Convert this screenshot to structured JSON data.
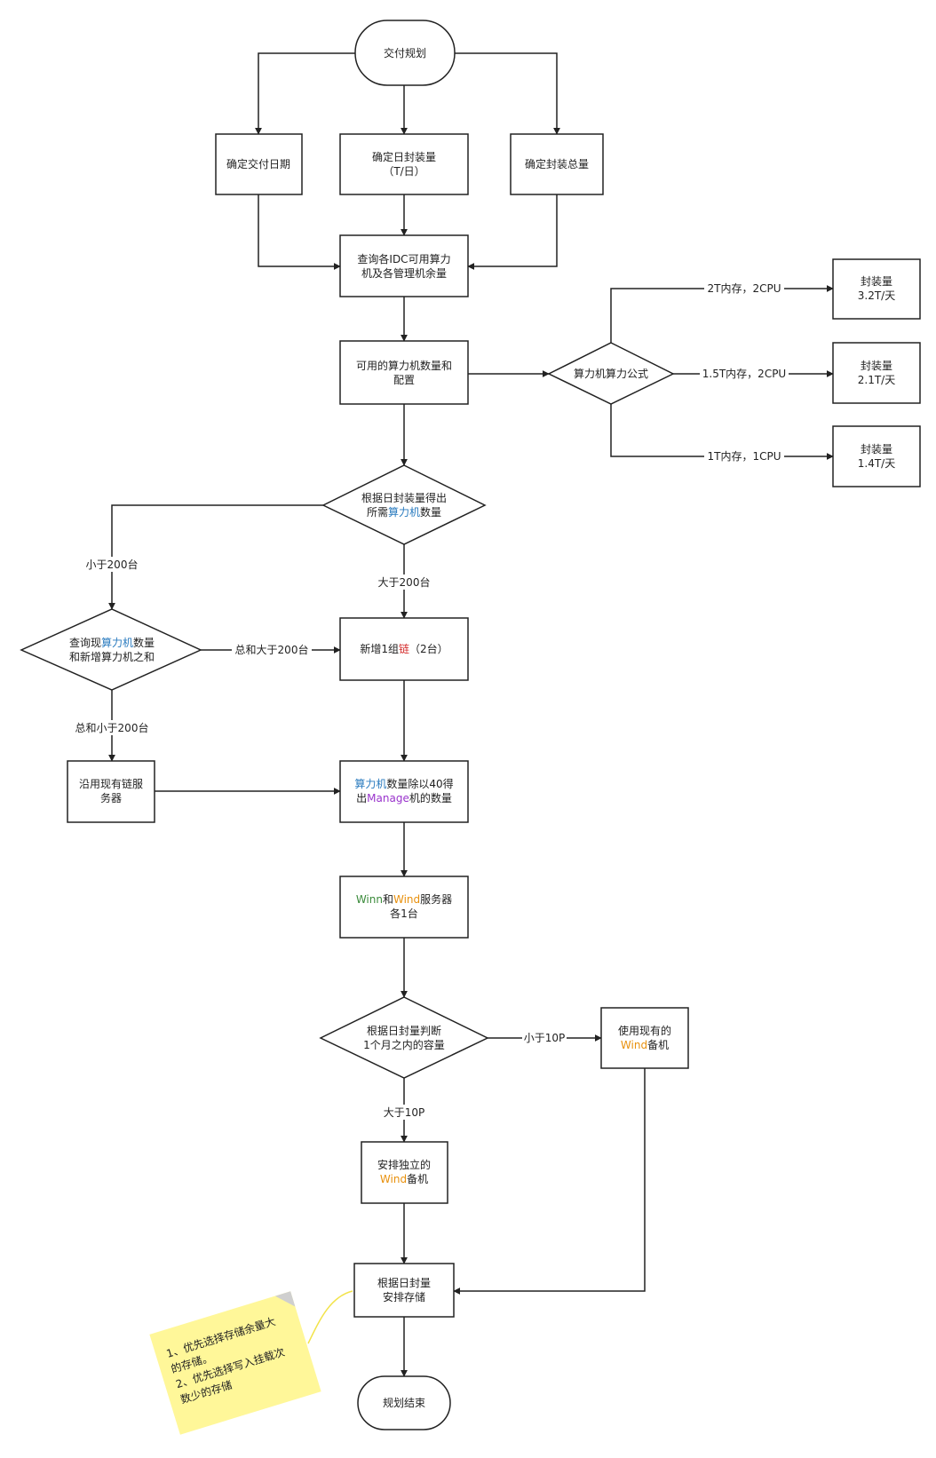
{
  "colors": {
    "line": "#222222",
    "blue": "#2a7bbf",
    "purple": "#9933cc",
    "green": "#3a8a3a",
    "orange": "#e8900c",
    "red": "#d42a2a",
    "note_fill": "#fff799",
    "note_fold": "#cfcfcf"
  },
  "nodes": {
    "start": [
      "交付规划"
    ],
    "delivery_date": [
      "确定交付日期"
    ],
    "daily_volume": [
      "确定日封装量",
      "（T/日）"
    ],
    "total_volume": [
      "确定封装总量"
    ],
    "query_idc": [
      "查询各IDC可用算力",
      "机及各管理机余量"
    ],
    "available_config": [
      "可用的算力机数量和",
      "配置"
    ],
    "formula": [
      "算力机算力公式"
    ],
    "rate_32": [
      "封装量",
      "3.2T/天"
    ],
    "rate_21": [
      "封装量",
      "2.1T/天"
    ],
    "rate_14": [
      "封装量",
      "1.4T/天"
    ],
    "required_count": [
      [
        {
          "t": "根据日封装量得出"
        }
      ],
      [
        {
          "t": "所需"
        },
        {
          "t": "算力机",
          "c": "blue"
        },
        {
          "t": "数量"
        }
      ]
    ],
    "query_existing": [
      [
        {
          "t": "查询现"
        },
        {
          "t": "算力机",
          "c": "blue"
        },
        {
          "t": "数量"
        }
      ],
      [
        {
          "t": "和新增算力机之和"
        }
      ]
    ],
    "new_chain": [
      [
        {
          "t": "新增1组"
        },
        {
          "t": "链",
          "c": "red"
        },
        {
          "t": "（2台）"
        }
      ]
    ],
    "reuse_chain": [
      "沿用现有链服",
      "务器"
    ],
    "manage_count": [
      [
        {
          "t": "算力机",
          "c": "blue"
        },
        {
          "t": "数量除以40得"
        }
      ],
      [
        {
          "t": "出"
        },
        {
          "t": "Manage",
          "c": "purple"
        },
        {
          "t": "机的数量"
        }
      ]
    ],
    "winn_wind": [
      [
        {
          "t": "Winn",
          "c": "green"
        },
        {
          "t": "和"
        },
        {
          "t": "Wind",
          "c": "orange"
        },
        {
          "t": "服务器"
        }
      ],
      [
        {
          "t": "各1台"
        }
      ]
    ],
    "capacity_check": [
      "根据日封量判断",
      "1个月之内的容量"
    ],
    "existing_wind": [
      [
        {
          "t": "使用现有的"
        }
      ],
      [
        {
          "t": "Wind",
          "c": "orange"
        },
        {
          "t": "备机"
        }
      ]
    ],
    "standalone_wind": [
      [
        {
          "t": "安排独立的"
        }
      ],
      [
        {
          "t": "Wind",
          "c": "orange"
        },
        {
          "t": "备机"
        }
      ]
    ],
    "storage": [
      "根据日封量",
      "安排存储"
    ],
    "end": [
      "规划结束"
    ]
  },
  "edge_labels": {
    "cfg_2t": "2T内存，2CPU",
    "cfg_15t": "1.5T内存，2CPU",
    "cfg_1t": "1T内存，1CPU",
    "lt200": "小于200台",
    "gt200": "大于200台",
    "sum_gt200": "总和大于200台",
    "sum_lt200": "总和小于200台",
    "lt10p": "小于10P",
    "gt10p": "大于10P"
  },
  "note": {
    "lines": [
      "1、优先选择存储余量大",
      "的存储。",
      "2、优先选择写入挂载次",
      "数少的存储"
    ]
  }
}
